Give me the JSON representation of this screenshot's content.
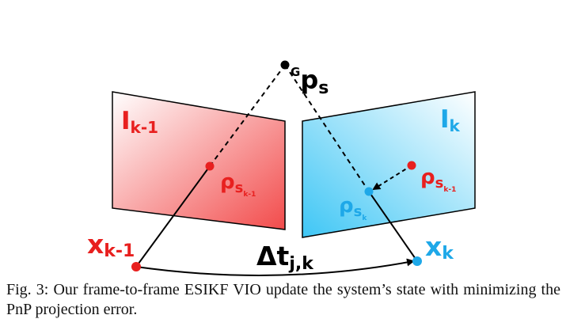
{
  "diagram": {
    "landmark_label": {
      "pre": "G",
      "main": "p",
      "sub": "s"
    },
    "frame_prev": {
      "main": "I",
      "sub": "k-1"
    },
    "frame_curr": {
      "main": "I",
      "sub": "k"
    },
    "proj_prev": {
      "main": "ρ",
      "sub": "s",
      "subsub": "k-1"
    },
    "proj_curr_pred": {
      "main": "ρ",
      "sub": "s",
      "subsub": "k-1"
    },
    "proj_curr": {
      "main": "ρ",
      "sub": "s",
      "subsub": "k"
    },
    "pose_prev": {
      "main": "x",
      "sub": "k-1"
    },
    "pose_curr": {
      "main": "x",
      "sub": "k"
    },
    "delta_t": {
      "main": "Δt",
      "sub": "j,k"
    },
    "colors": {
      "red": "#e8201f",
      "blue": "#1ea8e8",
      "black": "#000000"
    }
  },
  "caption": "Fig. 3: Our frame-to-frame ESIKF VIO update the system’s state with minimizing the PnP projection error."
}
